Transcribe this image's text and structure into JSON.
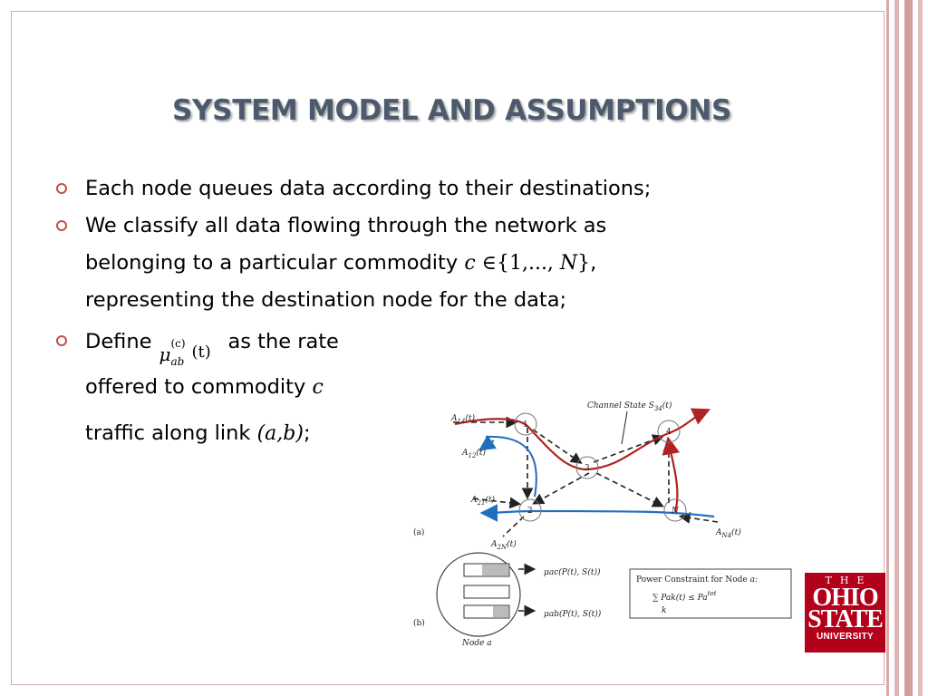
{
  "slide": {
    "title": "SYSTEM MODEL AND ASSUMPTIONS",
    "bullets": [
      {
        "text": "Each node queues data according to their destinations;"
      },
      {
        "line1": "We classify all data flowing through the network as",
        "line2_pre": "belonging to a particular commodity ",
        "math": {
          "c": "c",
          "in": "∈",
          "set": "{1,..., ",
          "N": "N",
          "close": "}"
        },
        "line2_post": ",",
        "line3": "representing the destination node for the data;"
      },
      {
        "line1_pre": "Define",
        "mu": {
          "symbol": "μ",
          "sup": "(c)",
          "sub": "ab",
          "arg": "(t)"
        },
        "line1_post": "as the rate",
        "line2_pre": "offered to commodity ",
        "line2_math": "c",
        "line3_pre": "traffic along link ",
        "line3_math": "(a,b)",
        "line3_post": ";"
      }
    ]
  },
  "figure": {
    "channel_state": "Channel State S",
    "channel_state_sub": "34",
    "channel_state_arg": "(t)",
    "arrivals": [
      {
        "name": "A",
        "sub": "14",
        "arg": "(t)"
      },
      {
        "name": "A",
        "sub": "12",
        "arg": "(t)"
      },
      {
        "name": "A",
        "sub": "21",
        "arg": "(t)"
      },
      {
        "name": "A",
        "sub": "2N",
        "arg": "(t)"
      },
      {
        "name": "A",
        "sub": "N4",
        "arg": "(t)"
      }
    ],
    "nodes": [
      "1",
      "2",
      "3",
      "4",
      "N"
    ],
    "part_a": "(a)",
    "part_b": "(b)",
    "node_label": "Node  a",
    "rate_ac": "μac(P(t), S(t))",
    "rate_ab": "μab(P(t), S(t))",
    "power_title": "Power Constraint for Node",
    "power_node": "a:",
    "power_formula": "∑ Pak(t) ≤ Pa",
    "power_sup": "tot",
    "power_sum_index": "k"
  },
  "logo": {
    "the": "THE",
    "line1": "OHIO",
    "line2": "STATE",
    "line3": "UNIVERSITY",
    "color": "#b3001b"
  },
  "theme": {
    "title_color": "#4d5a6d",
    "bullet_color": "#c0504d",
    "stripe_color": "#d9a9a9",
    "blue_path": "#1f6fbf",
    "red_path": "#b22222"
  }
}
